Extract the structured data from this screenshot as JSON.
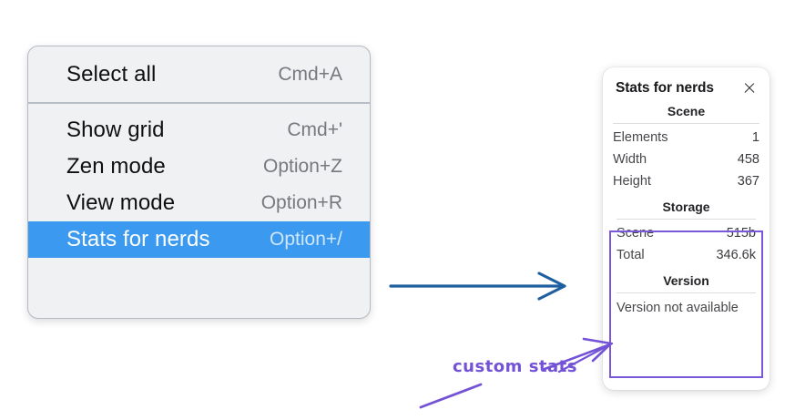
{
  "menu": {
    "groups": [
      {
        "items": [
          {
            "label": "Select all",
            "shortcut": "Cmd+A",
            "selected": false
          }
        ]
      },
      {
        "items": [
          {
            "label": "Show grid",
            "shortcut": "Cmd+'",
            "selected": false
          },
          {
            "label": "Zen mode",
            "shortcut": "Option+Z",
            "selected": false
          },
          {
            "label": "View mode",
            "shortcut": "Option+R",
            "selected": false
          },
          {
            "label": "Stats for nerds",
            "shortcut": "Option+/",
            "selected": true
          }
        ]
      }
    ],
    "selected_color": "#3b9af0"
  },
  "stats_panel": {
    "title": "Stats for nerds",
    "close_icon": "close-icon",
    "scene": {
      "heading": "Scene",
      "rows": [
        {
          "key": "Elements",
          "value": "1"
        },
        {
          "key": "Width",
          "value": "458"
        },
        {
          "key": "Height",
          "value": "367"
        }
      ]
    },
    "storage": {
      "heading": "Storage",
      "rows": [
        {
          "key": "Scene",
          "value": "515b"
        },
        {
          "key": "Total",
          "value": "346.6k"
        }
      ]
    },
    "version": {
      "heading": "Version",
      "note": "Version not available"
    }
  },
  "annotations": {
    "label": "custom stats",
    "label_color": "#7352d6",
    "arrow_color": "#1f5fa0",
    "highlight_color": "#7b57d9"
  }
}
